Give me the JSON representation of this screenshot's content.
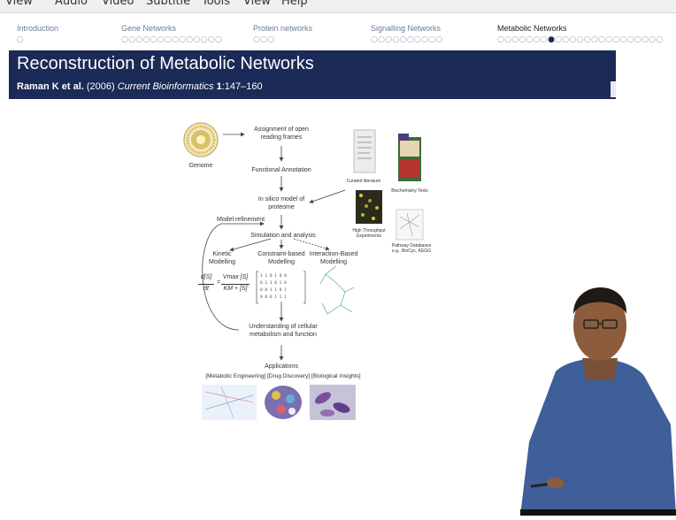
{
  "menu": {
    "items": [
      "View",
      "Audio",
      "Video",
      "Subtitle",
      "Tools",
      "View",
      "Help"
    ]
  },
  "sections": [
    {
      "label": "Introduction",
      "dots": "○"
    },
    {
      "label": "Gene Networks",
      "dots": "○○○○○○○○○○○○○○"
    },
    {
      "label": "Protein networks",
      "dots": "○○○"
    },
    {
      "label": "Signalling Networks",
      "dots": "○○○○○○○○○○"
    },
    {
      "label": "Metabolic Networks",
      "dots_before": "○○○○○○○",
      "dots_current": "●",
      "dots_after": "○○○○○○○○○○○○○○○"
    }
  ],
  "slide": {
    "title": "Reconstruction of Metabolic Networks",
    "citation_authors": "Raman K et al.",
    "citation_year": " (2006) ",
    "citation_journal": "Current Bioinformatics",
    "citation_volume": " 1",
    "citation_pages": ":147–160"
  },
  "figure": {
    "genome": "Genome",
    "orf": "Assignment of open reading frames",
    "functional": "Functional Annotation",
    "insilico": "In silico model of proteome",
    "refinement": "Model refinement",
    "simulation": "Simulation and analysis",
    "kinetic": "Kinetic Modelling",
    "constraint": "Constraint-based Modelling",
    "interaction": "Interaction-Based Modelling",
    "understanding": "Understanding of cellular metabolism and function",
    "applications": "Applications",
    "app_list": "[Metabolic Engineering] [Drug Discovery] [Biological Insights]",
    "curated": "Curated literature",
    "biochem": "Biochemistry Texts",
    "highthroughput": "High Throughput Experiments",
    "pathway": "Pathway Databases e.g., BioCyc, KEGG",
    "eq_lhs_num": "d[S]",
    "eq_lhs_den": "dt",
    "eq_rhs_num": "Vmax [S]",
    "eq_rhs_den": "KM + [S]"
  },
  "colors": {
    "title_bar": "#1b2a56",
    "nav_dots": "#9aa4bc",
    "current_dot": "#1c2b55"
  }
}
